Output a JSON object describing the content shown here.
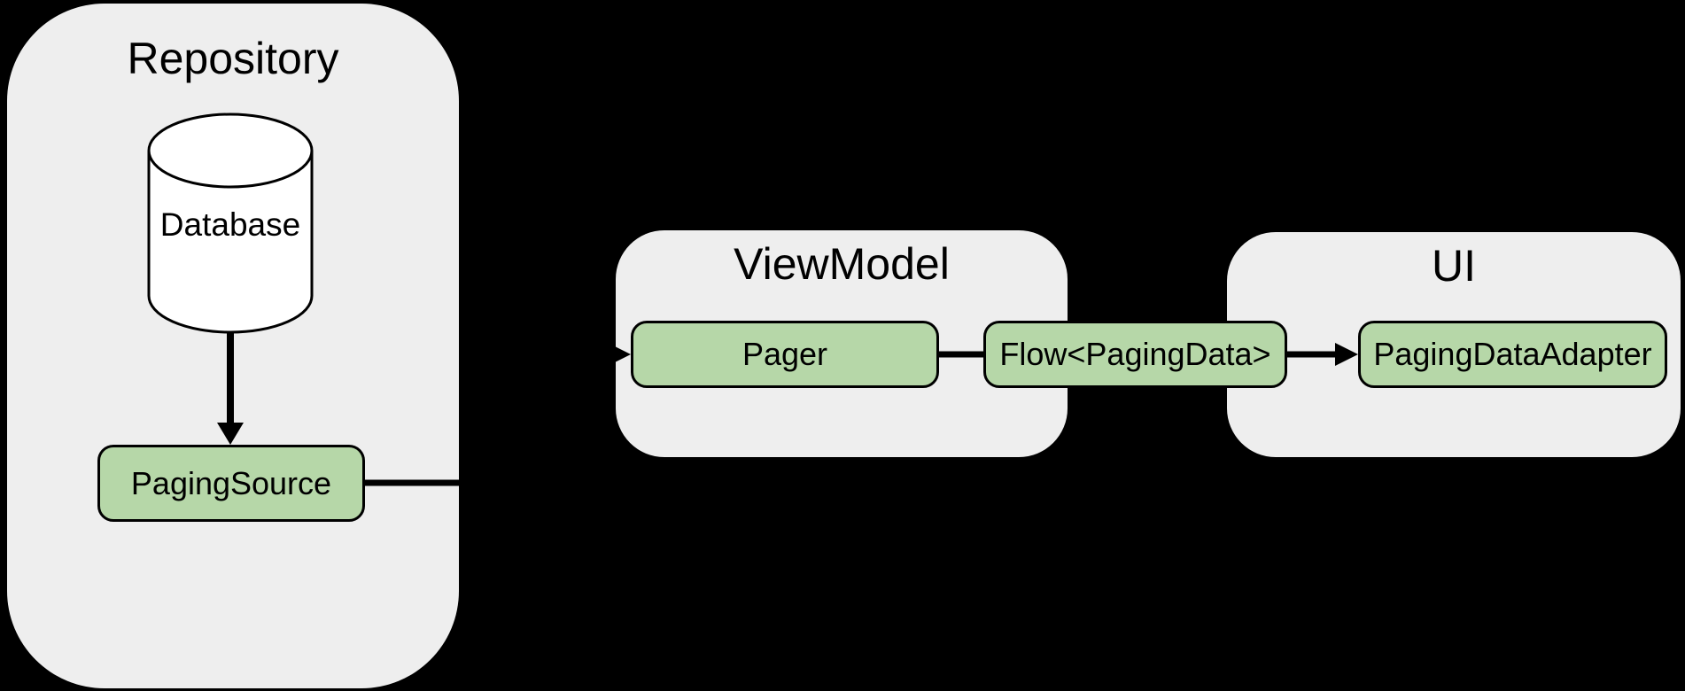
{
  "colors": {
    "background": "#000000",
    "container_fill": "#eeeeee",
    "node_fill": "#b6d7a8",
    "stroke": "#000000",
    "cylinder_fill": "#ffffff",
    "text": "#000000"
  },
  "containers": {
    "repository": {
      "title": "Repository"
    },
    "viewmodel": {
      "title": "ViewModel"
    },
    "ui": {
      "title": "UI"
    }
  },
  "nodes": {
    "database": {
      "label": "Database",
      "shape": "cylinder"
    },
    "paging_source": {
      "label": "PagingSource",
      "shape": "rounded-rect"
    },
    "pager": {
      "label": "Pager",
      "shape": "rounded-rect"
    },
    "flow_paging_data": {
      "label": "Flow<PagingData>",
      "shape": "rounded-rect"
    },
    "paging_data_adapter": {
      "label": "PagingDataAdapter",
      "shape": "rounded-rect"
    }
  },
  "edges": [
    {
      "from": "database",
      "to": "paging_source",
      "arrow": true
    },
    {
      "from": "paging_source",
      "to": "pager",
      "arrow": true
    },
    {
      "from": "pager",
      "to": "flow_paging_data",
      "arrow": false
    },
    {
      "from": "flow_paging_data",
      "to": "paging_data_adapter",
      "arrow": true
    }
  ]
}
